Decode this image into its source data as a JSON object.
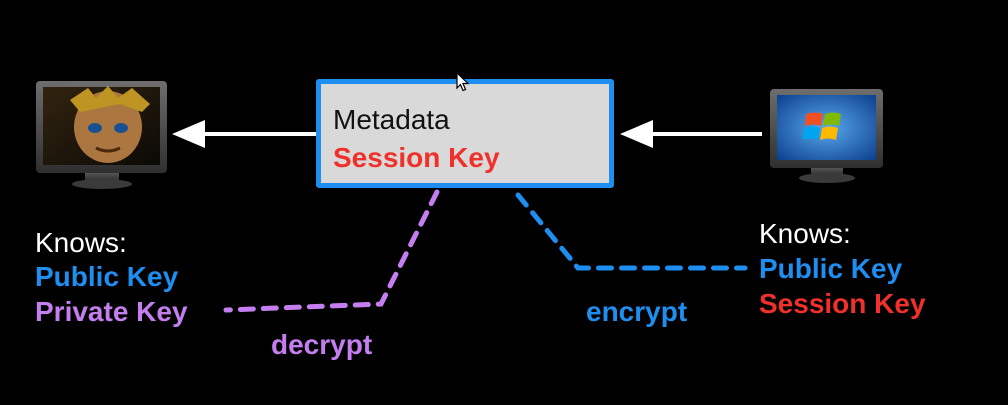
{
  "box": {
    "line1": "Metadata",
    "line2": "Session Key"
  },
  "left_node": {
    "heading": "Knows:",
    "key1": "Public Key",
    "key2": "Private Key",
    "icon": "monitor-with-character-icon"
  },
  "right_node": {
    "heading": "Knows:",
    "key1": "Public Key",
    "key2": "Session Key",
    "icon": "monitor-with-windows-logo-icon"
  },
  "connectors": {
    "decrypt_label": "decrypt",
    "encrypt_label": "encrypt"
  },
  "colors": {
    "background": "#000000",
    "white": "#ffffff",
    "blue": "#1e8ff0",
    "purple": "#c57ef0",
    "red": "#f0302a",
    "box_fill": "#d9d9d9"
  }
}
